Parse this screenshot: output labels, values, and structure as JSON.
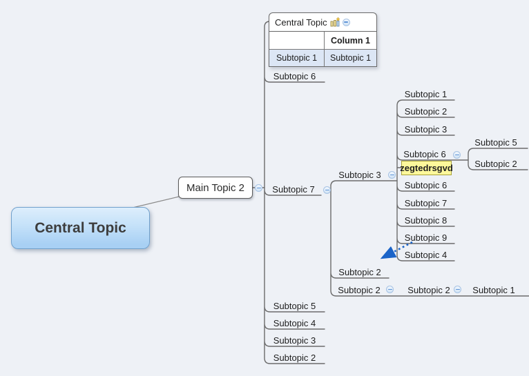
{
  "colors": {
    "background": "#eef1f6",
    "tree_line": "#6b6b6b",
    "relationship": "#1b64c8",
    "highlight_bg": "#fdf89b",
    "highlight_border": "#a8a23a",
    "table_row_bg": "#dce6f5",
    "central_fill_top": "#ddeefc",
    "central_fill_bottom": "#a8d0f4",
    "collapse_icon_blue": "#5d93d6"
  },
  "central_topic": {
    "label": "Central Topic"
  },
  "main_topic": {
    "label": "Main Topic 2"
  },
  "table_node": {
    "title": "Central Topic",
    "marker": "chart-icon",
    "columns": [
      "",
      "Column 1"
    ],
    "rows": [
      [
        "Subtopic 1",
        "Subtopic 1"
      ]
    ]
  },
  "level1": [
    {
      "label": "Subtopic 6"
    },
    {
      "label": "Subtopic 7"
    },
    {
      "label": "Subtopic 5"
    },
    {
      "label": "Subtopic 4"
    },
    {
      "label": "Subtopic 3"
    },
    {
      "label": "Subtopic 2"
    }
  ],
  "subtopic7_children": [
    {
      "label": "Subtopic 3"
    },
    {
      "label": "Subtopic 2"
    },
    {
      "label": "Subtopic 2"
    }
  ],
  "subtopic3_children": [
    {
      "label": "Subtopic 1"
    },
    {
      "label": "Subtopic 2"
    },
    {
      "label": "Subtopic 3"
    },
    {
      "label": "Subtopic 6"
    },
    {
      "label": "zegtedrsgvd",
      "highlighted": true
    },
    {
      "label": "Subtopic 6"
    },
    {
      "label": "Subtopic 7"
    },
    {
      "label": "Subtopic 8"
    },
    {
      "label": "Subtopic 9"
    },
    {
      "label": "Subtopic 4"
    }
  ],
  "subtopic6_children": [
    {
      "label": "Subtopic 5"
    },
    {
      "label": "Subtopic 2"
    }
  ],
  "chain_children": [
    {
      "label": "Subtopic 2"
    },
    {
      "label": "Subtopic 1"
    }
  ]
}
